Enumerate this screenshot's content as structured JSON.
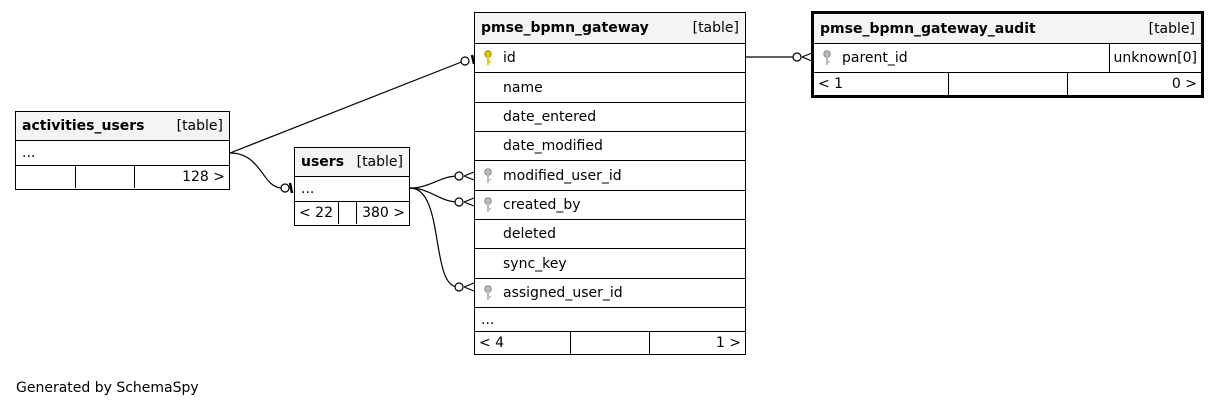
{
  "tables": {
    "activities_users": {
      "name": "activities_users",
      "tag": "[table]",
      "rows": [
        "..."
      ],
      "footer": [
        "",
        "",
        "128 >"
      ]
    },
    "users": {
      "name": "users",
      "tag": "[table]",
      "rows": [
        "..."
      ],
      "footer": [
        "< 22",
        "",
        "380 >"
      ]
    },
    "pmse_bpmn_gateway": {
      "name": "pmse_bpmn_gateway",
      "tag": "[table]",
      "columns": [
        "id",
        "name",
        "date_entered",
        "date_modified",
        "modified_user_id",
        "created_by",
        "deleted",
        "sync_key",
        "assigned_user_id"
      ],
      "more": "...",
      "footer": [
        "< 4",
        "",
        "1 >"
      ]
    },
    "pmse_bpmn_gateway_audit": {
      "name": "pmse_bpmn_gateway_audit",
      "tag": "[table]",
      "column": "parent_id",
      "type": "unknown[0]",
      "footer": [
        "< 1",
        "",
        "0 >"
      ]
    }
  },
  "generated_by": "Generated by SchemaSpy"
}
